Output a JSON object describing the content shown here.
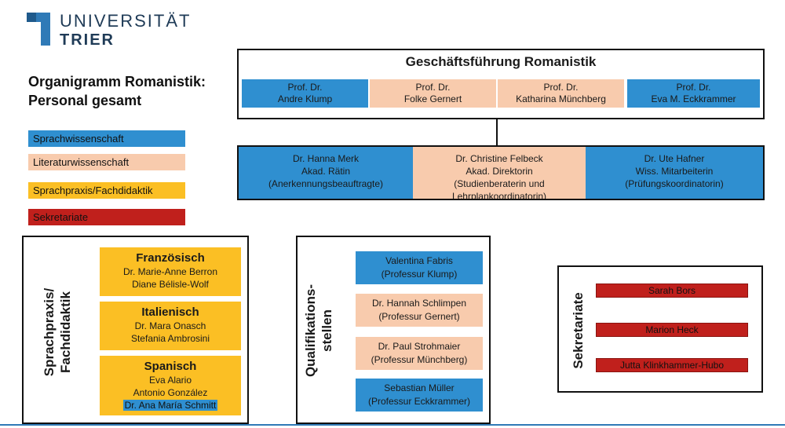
{
  "logo": {
    "line1": "UNIVERSITÄT",
    "line2": "TRIER"
  },
  "page_title": {
    "line1": "Organigramm Romanistik:",
    "line2": "Personal gesamt"
  },
  "legend": [
    {
      "label": "Sprachwissenschaft",
      "color": "#2f8fd0"
    },
    {
      "label": "Literaturwissenschaft",
      "color": "#f8cbad"
    },
    {
      "label": "Sprachpraxis/Fachdidaktik",
      "color": "#fbbf24"
    },
    {
      "label": "Sekretariate",
      "color": "#c0201c"
    }
  ],
  "management": {
    "title": "Geschäftsführung Romanistik",
    "members": [
      {
        "line1": "Prof. Dr.",
        "line2": "Andre Klump"
      },
      {
        "line1": "Prof. Dr.",
        "line2": "Folke Gernert"
      },
      {
        "line1": "Prof. Dr.",
        "line2": "Katharina Münchberg"
      },
      {
        "line1": "Prof. Dr.",
        "line2": "Eva M. Eckkrammer"
      }
    ]
  },
  "staff": [
    {
      "line1": "Dr. Hanna Merk",
      "line2": "Akad. Rätin",
      "line3": "(Anerkennungsbeauftragte)",
      "line4": ""
    },
    {
      "line1": "Dr. Christine Felbeck",
      "line2": "Akad. Direktorin",
      "line3": "(Studienberaterin und",
      "line4": "Lehrplankoordinatorin)"
    },
    {
      "line1": "Dr. Ute Hafner",
      "line2": "Wiss. Mitarbeiterin",
      "line3": "(Prüfungskoordinatorin)",
      "line4": ""
    }
  ],
  "sprachpraxis": {
    "label_line1": "Sprachpraxis/",
    "label_line2": "Fachdidaktik",
    "groups": [
      {
        "title": "Französisch",
        "people": [
          "Dr. Marie-Anne Berron",
          "Diane Bélisle-Wolf"
        ]
      },
      {
        "title": "Italienisch",
        "people": [
          "Dr. Mara Onasch",
          "Stefania Ambrosini"
        ]
      },
      {
        "title": "Spanisch",
        "people": [
          "Eva Alario",
          "Antonio González",
          "Dr. Ana María Schmitt"
        ]
      }
    ]
  },
  "qualifikation": {
    "label_line1": "Qualifikations-",
    "label_line2": "stellen",
    "items": [
      {
        "name": "Valentina Fabris",
        "chair": "(Professur Klump)"
      },
      {
        "name": "Dr. Hannah Schlimpen",
        "chair": "(Professur Gernert)"
      },
      {
        "name": "Dr. Paul Strohmaier",
        "chair": "(Professur Münchberg)"
      },
      {
        "name": "Sebastian Müller",
        "chair": "(Professur Eckkrammer)"
      }
    ]
  },
  "sekretariate": {
    "label": "Sekretariate",
    "items": [
      "Sarah Bors",
      "Marion Heck",
      "Jutta Klinkhammer-Hubo"
    ]
  }
}
